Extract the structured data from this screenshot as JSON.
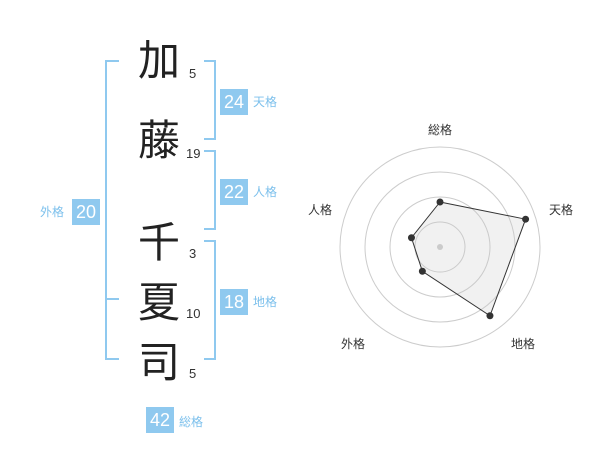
{
  "name": {
    "chars": [
      {
        "char": "加",
        "strokes": "5"
      },
      {
        "char": "藤",
        "strokes": "19"
      },
      {
        "char": "千",
        "strokes": "3"
      },
      {
        "char": "夏",
        "strokes": "10"
      },
      {
        "char": "司",
        "strokes": "5"
      }
    ]
  },
  "fortunes": {
    "tenkaku": {
      "value": "24",
      "label": "天格"
    },
    "jinkaku": {
      "value": "22",
      "label": "人格"
    },
    "chikaku": {
      "value": "18",
      "label": "地格"
    },
    "gaikaku": {
      "value": "20",
      "label": "外格"
    },
    "soukaku": {
      "value": "42",
      "label": "総格"
    }
  },
  "colors": {
    "accent": "#8fc9ef",
    "accent_text": "#7cc0ec"
  },
  "chart_data": {
    "type": "radar",
    "axes": [
      "総格",
      "天格",
      "地格",
      "外格",
      "人格"
    ],
    "rings": 4,
    "values": [
      0.45,
      0.9,
      0.85,
      0.3,
      0.3
    ]
  }
}
